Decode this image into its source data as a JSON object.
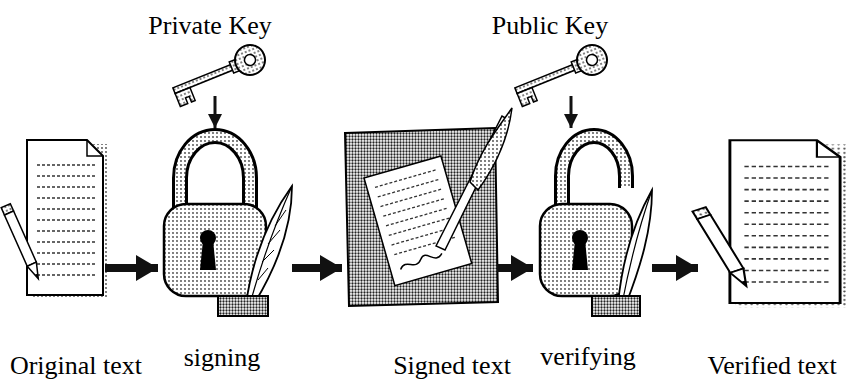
{
  "diagram": {
    "nodes": [
      {
        "text": [
          "Private Key"
        ]
      },
      {
        "text": [
          "Public Key"
        ]
      },
      {
        "text": [
          "Original text"
        ]
      },
      {
        "text": [
          "signing"
        ]
      },
      {
        "text": [
          "Signed text"
        ]
      },
      {
        "text": [
          "verifying"
        ]
      },
      {
        "text": [
          "Verified text"
        ]
      }
    ],
    "edges": [
      {
        "from": 0,
        "to": 3,
        "arrow": "to"
      },
      {
        "from": 1,
        "to": 5,
        "arrow": "to"
      },
      {
        "from": 2,
        "to": 3,
        "arrow": "to"
      },
      {
        "from": 3,
        "to": 4,
        "arrow": "to"
      },
      {
        "from": 4,
        "to": 5,
        "arrow": "to"
      },
      {
        "from": 5,
        "to": 6,
        "arrow": "to"
      }
    ]
  }
}
